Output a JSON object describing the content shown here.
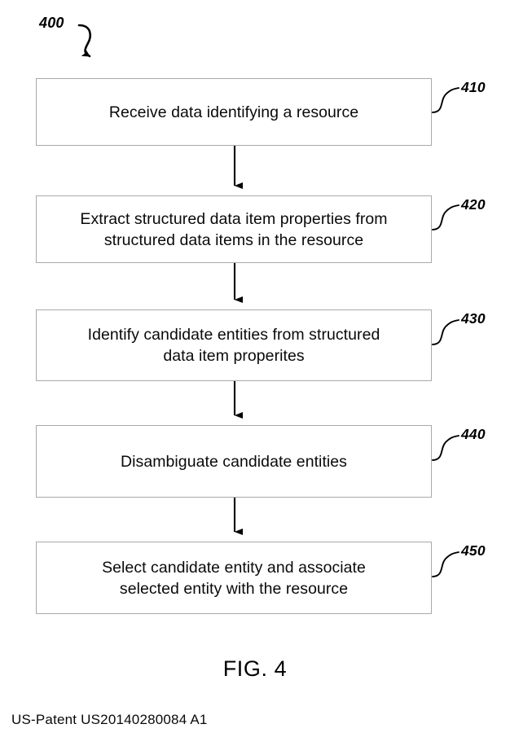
{
  "figure": {
    "id": "400",
    "caption": "FIG. 4",
    "footer": "US-Patent US20140280084 A1",
    "background_color": "#ffffff",
    "box_border_color": "#a9a9a9",
    "line_color": "#000000"
  },
  "steps": [
    {
      "ref": "410",
      "text": "Receive data identifying a resource"
    },
    {
      "ref": "420",
      "text": "Extract structured data item properties from\nstructured data items in the resource"
    },
    {
      "ref": "430",
      "text": "Identify candidate entities from structured\ndata item properites"
    },
    {
      "ref": "440",
      "text": "Disambiguate candidate entities"
    },
    {
      "ref": "450",
      "text": "Select candidate entity and associate\nselected entity with the resource"
    }
  ]
}
